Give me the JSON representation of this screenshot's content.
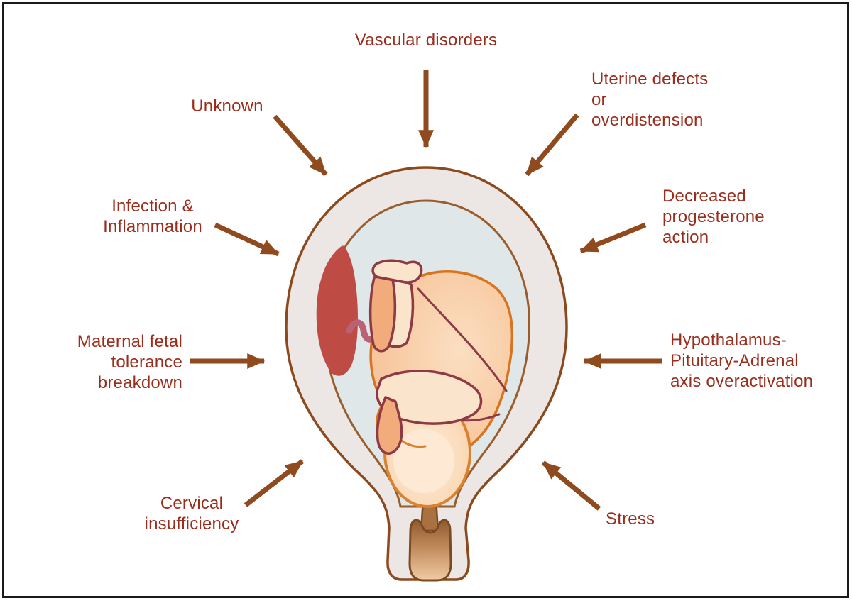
{
  "figure_type": "fetus-in-uterus-causes-diagram",
  "colors": {
    "label_text": "#9B2D1C",
    "arrow": "#8F4A1E",
    "frame_border": "#1A1A1A",
    "background": "#FFFFFF",
    "uterus_wall_fill": "#ECE7E5",
    "uterus_outline": "#8B4A1E",
    "amniotic_sac_fill": "#E0E7E9",
    "amniotic_sac_outline": "#9A5C2A",
    "placenta": "#BF4B45",
    "umbilical_cord": "#B96274",
    "fetus_skin": "#F8CBA4",
    "fetus_skin_light": "#FBE4CC",
    "fetus_skin_medium": "#F2AC7C",
    "fetus_outline_orange": "#D9731E",
    "fetus_outline_maroon": "#8E3A44",
    "cervix_dark": "#8F5A2E",
    "cervix_light": "#F0CBA3"
  },
  "labels": [
    {
      "id": "vascular-disorders",
      "text": "Vascular disorders",
      "arrow_direction": "down"
    },
    {
      "id": "unknown",
      "text": "Unknown",
      "arrow_direction": "down-right"
    },
    {
      "id": "uterine-defects",
      "text": "Uterine defects\nor\noverdistension",
      "arrow_direction": "down-left"
    },
    {
      "id": "infection-inflammation",
      "text": "Infection &\nInflammation",
      "arrow_direction": "down-right"
    },
    {
      "id": "decreased-progesterone",
      "text": "Decreased\nprogesterone\naction",
      "arrow_direction": "down-left"
    },
    {
      "id": "maternal-fetal-tolerance",
      "text": "Maternal fetal\ntolerance\nbreakdown",
      "arrow_direction": "right"
    },
    {
      "id": "hpa-axis",
      "text": "Hypothalamus-\nPituitary-Adrenal\naxis overactivation",
      "arrow_direction": "left"
    },
    {
      "id": "cervical-insufficiency",
      "text": "Cervical\ninsufficiency",
      "arrow_direction": "up-right"
    },
    {
      "id": "stress",
      "text": "Stress",
      "arrow_direction": "up-left"
    }
  ],
  "illustration": {
    "name": "fetus-in-uterus",
    "parts": [
      "uterus-wall",
      "amniotic-sac",
      "placenta",
      "umbilical-cord",
      "fetus-body",
      "fetus-head",
      "fetus-limbs",
      "cervix"
    ]
  }
}
